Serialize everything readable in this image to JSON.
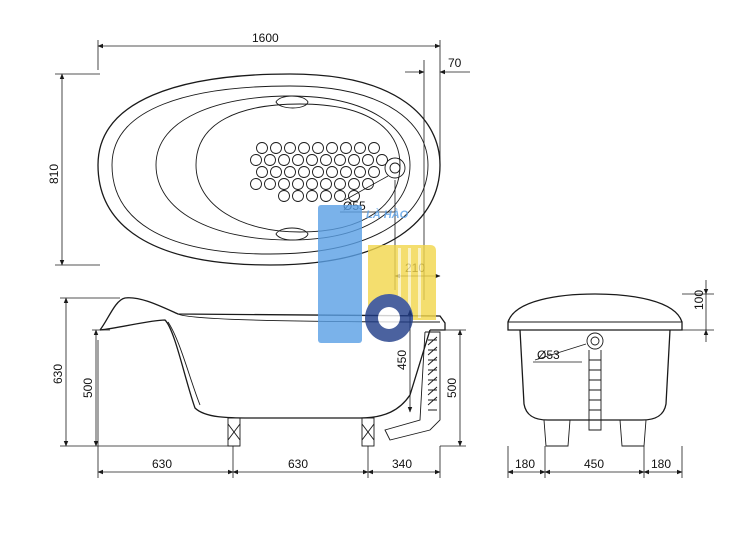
{
  "dimensions": {
    "top_length": "1600",
    "top_offset": "70",
    "top_width": "810",
    "drain_diameter": "Ø55",
    "drain_offset": "210",
    "side_height": "630",
    "side_inner_height": "500",
    "side_depth": "450",
    "side_right_height": "500",
    "bottom_left": "630",
    "bottom_mid": "630",
    "bottom_right": "340",
    "end_rim": "100",
    "end_pipe_diameter": "Ø53",
    "end_left": "180",
    "end_mid": "450",
    "end_right": "180"
  },
  "watermark": {
    "text": "LÀ HÀO",
    "colors": {
      "blue": "#5aa0e6",
      "yellow": "#f2d64a",
      "navy": "#1f3c88"
    }
  }
}
